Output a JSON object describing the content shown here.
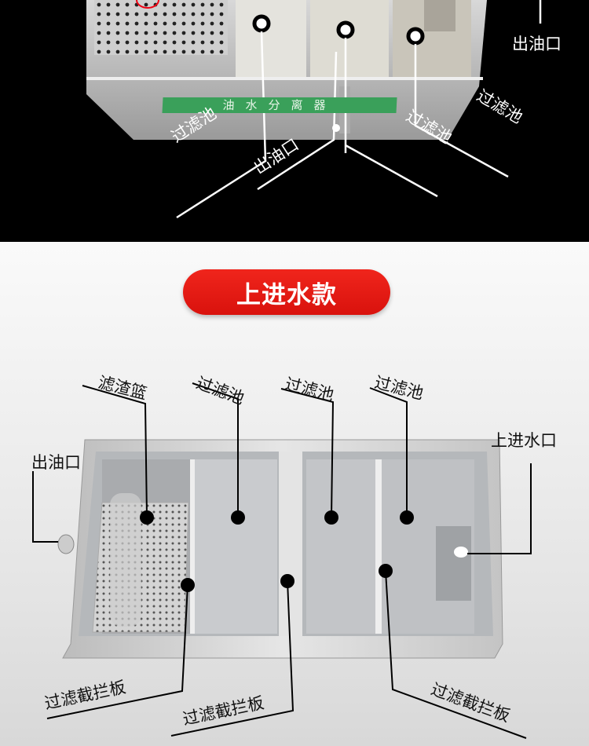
{
  "top_section": {
    "sign_text": "油水分离器",
    "labels": {
      "oil_outlet_right": "出油口",
      "filter_pool_left": "过滤池",
      "oil_outlet_valve": "出油口",
      "filter_pool_mid": "过滤池",
      "filter_pool_right": "过滤池"
    }
  },
  "bottom_section": {
    "title": "上进水款",
    "labels": {
      "residue_basket": "滤渣篮",
      "filter_pool_1": "过滤池",
      "filter_pool_2": "过滤池",
      "filter_pool_3": "过滤池",
      "water_inlet": "上进水口",
      "oil_outlet": "出油口",
      "baffle_1": "过滤截拦板",
      "baffle_2": "过滤截拦板",
      "baffle_3": "过滤截拦板"
    }
  },
  "colors": {
    "title_pill": "#e5170f",
    "sign": "#3aa05a",
    "top_bg": "#000000"
  }
}
